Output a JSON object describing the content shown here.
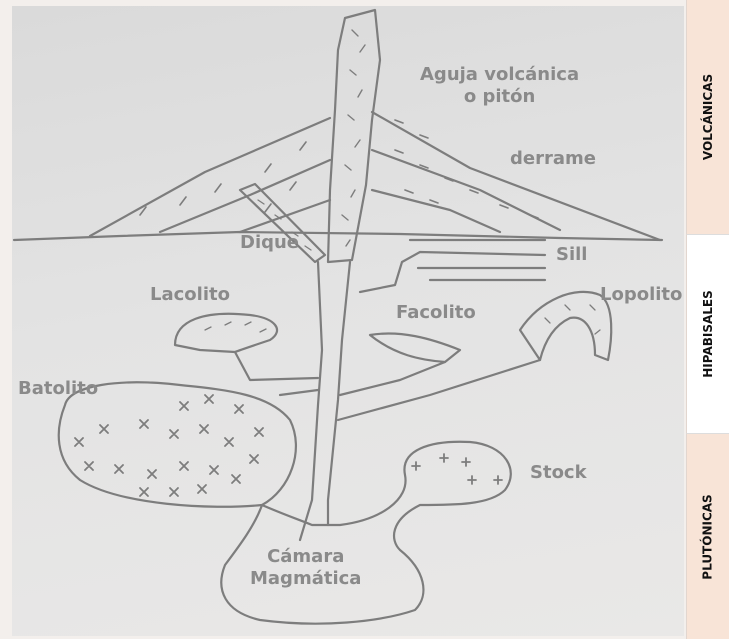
{
  "labels": {
    "aguja_line1": "Aguja volcánica",
    "aguja_line2": "o pitón",
    "derrame": "derrame",
    "dique": "Dique",
    "sill": "Sill",
    "lacolito": "Lacolito",
    "facolito": "Facolito",
    "lopolito": "Lopolito",
    "batolito": "Batolito",
    "stock": "Stock",
    "camara_line1": "Cámara",
    "camara_line2": "Magmática"
  },
  "sidebar": {
    "tabs": [
      {
        "label": "VOLCÁNICAS"
      },
      {
        "label": "HIPABISALES"
      },
      {
        "label": "PLUTÓNICAS"
      }
    ]
  },
  "colors": {
    "line": "#7d7d7d",
    "label": "#8a8a8a",
    "tab_active": "#ffffff",
    "tab_inactive": "#f8e4d7"
  }
}
